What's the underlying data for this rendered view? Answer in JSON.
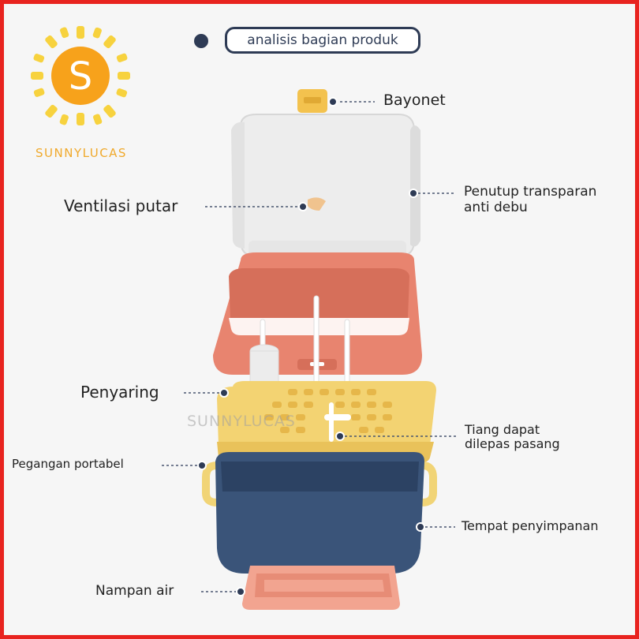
{
  "brand": {
    "name": "SUNNYLUCAS",
    "logo_letter": "S",
    "sun_color": "#f7a21b",
    "ray_color": "#f7d23e"
  },
  "header": {
    "title": "analisis bagian produk"
  },
  "watermark": "SUNNYLUCAS",
  "parts": {
    "bayonet": "Bayonet",
    "penutup_line1": "Penutup transparan",
    "penutup_line2": "anti debu",
    "ventilasi": "Ventilasi putar",
    "penyaring": "Penyaring",
    "tiang_line1": "Tiang dapat",
    "tiang_line2": "dilepas pasang",
    "pegangan": "Pegangan portabel",
    "tempat": "Tempat penyimpanan",
    "nampan": "Nampan air"
  },
  "colors": {
    "border": "#e8231f",
    "navy": "#2e3b55",
    "lid": "#eeeeee",
    "frame_pink": "#e8846f",
    "yellow_tray": "#f3d372",
    "navy_bin": "#3a5479",
    "tray_pink": "#f2a490",
    "latch": "#f3c24e"
  }
}
